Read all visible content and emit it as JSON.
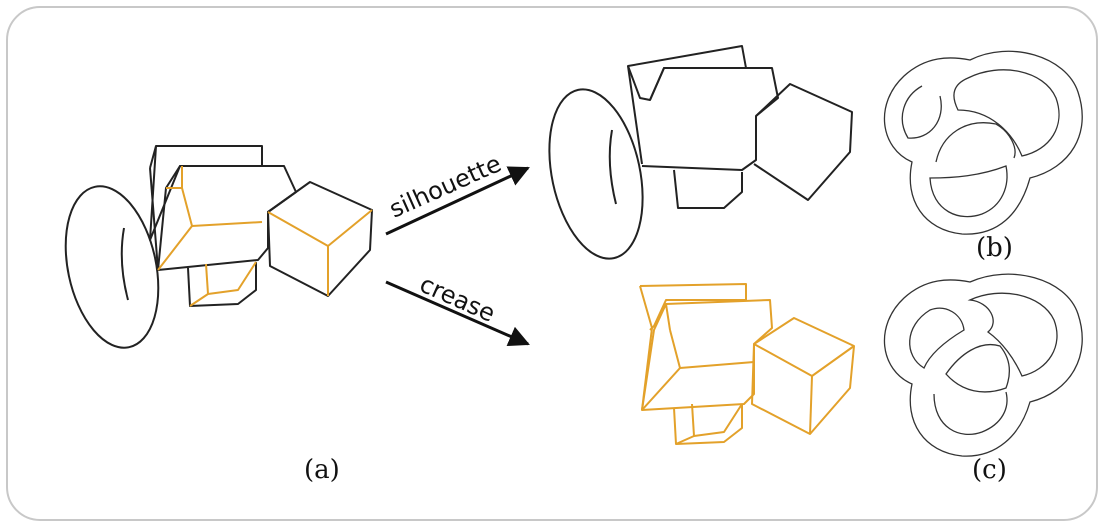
{
  "arrows": {
    "silhouette": "silhouette",
    "crease": "crease"
  },
  "panels": {
    "a": "(a)",
    "b": "(b)",
    "c": "(c)"
  },
  "colors": {
    "silhouette": "#222222",
    "crease": "#e3a12a",
    "frame": "#c8c8c8"
  }
}
